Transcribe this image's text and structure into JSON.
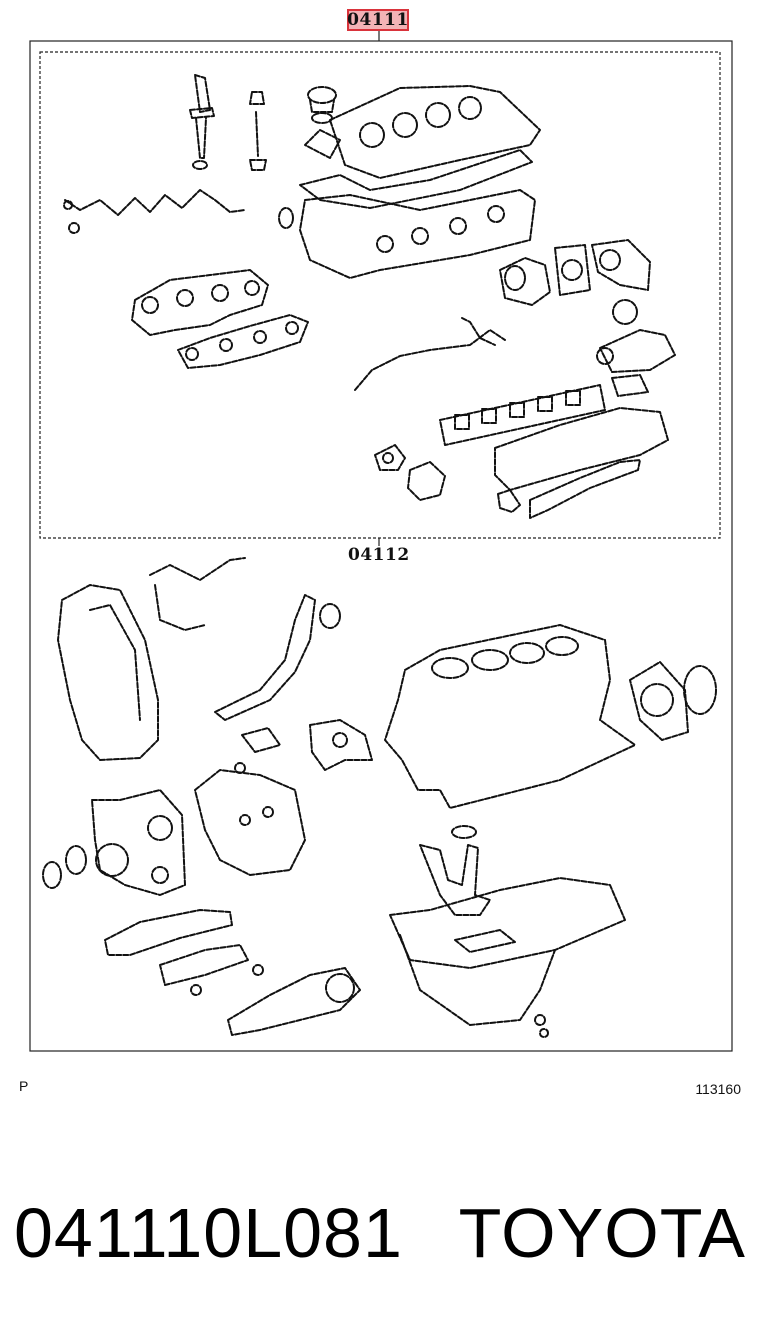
{
  "diagram": {
    "main_callout": "04111",
    "sub_callout": "04112",
    "corner_label": "P",
    "diagram_id": "113160"
  },
  "footer": {
    "part_number": "041110L081",
    "brand": "TOYOTA"
  },
  "colors": {
    "callout_fill": "#f3b3b6",
    "callout_border": "#d9333b",
    "line": "#111111"
  }
}
